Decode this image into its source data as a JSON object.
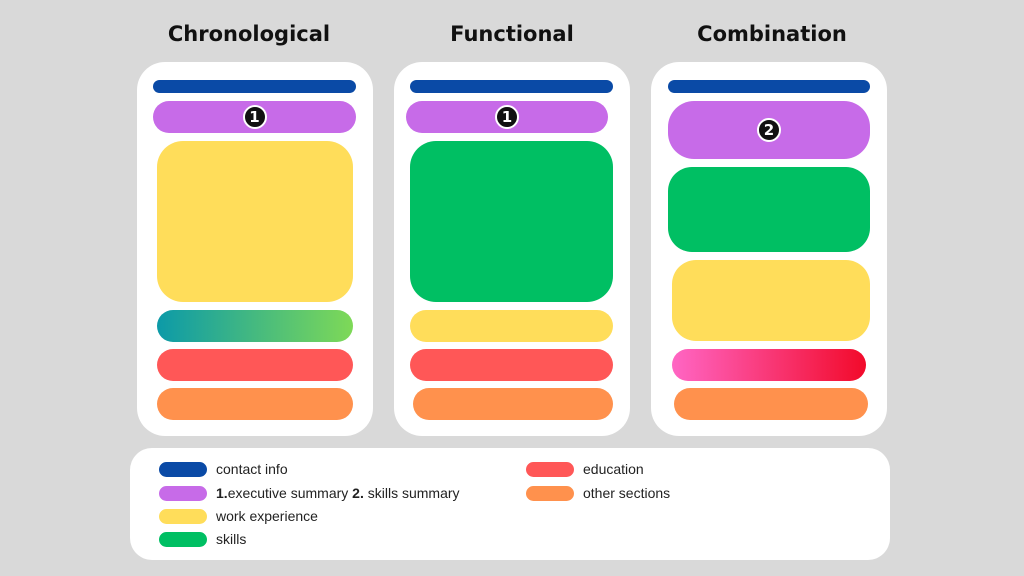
{
  "columns": [
    {
      "title": "Chronological",
      "badge": "1"
    },
    {
      "title": "Functional",
      "badge": "1"
    },
    {
      "title": "Combination",
      "badge": "2"
    }
  ],
  "colors": {
    "contact_info": "#0a4aa6",
    "summary": "#c76be8",
    "work_experience": "#ffdd5a",
    "skills": "#00bf63",
    "education": "#ff5757",
    "other_sections": "#ff914d",
    "gradient_teal_green": [
      "#0c9aa8",
      "#7ed957"
    ],
    "gradient_pink_red": [
      "#ff66c4",
      "#f20a2a"
    ]
  },
  "legend": {
    "contact_info": "contact info",
    "summary_num1": "1.",
    "summary_text1": "executive summary ",
    "summary_num2": "2.",
    "summary_text2": " skills summary",
    "work_experience": "work experience",
    "skills": "skills",
    "education": "education",
    "other_sections": "other sections"
  }
}
